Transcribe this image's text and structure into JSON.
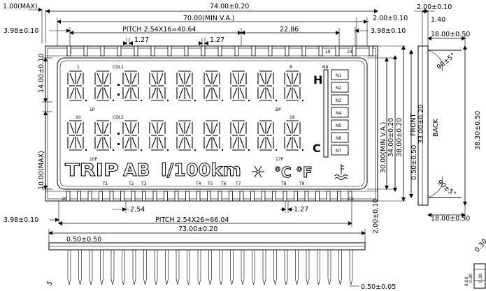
{
  "dims": {
    "top_1": "1.00(MAX)",
    "top_74": "74.00±0.20",
    "top_70": "70.00(MIN V.A.)",
    "top_398_left": "3.98±0.10",
    "top_pitch": "PITCH 2.54X16=40.64",
    "top_127": "1.27",
    "top_127b": "1.27",
    "top_2286": "22.86",
    "top_200": "2.00±0.10",
    "top_398_right": "3.98±0.10",
    "left_14": "14.00±0.10",
    "left_10": "10.00(MAX)",
    "right_30": "30.00(MIN V.A.)",
    "right_34": "34.00±0.20",
    "right_38": "38.00±0.20",
    "bottom_254": "2.54",
    "bottom_127": "1.27",
    "bottom_398": "3.98±0.10",
    "bottom_pitch": "PITCH 2.54X26=66.04",
    "bottom_73": "73.00±0.20",
    "bottom_050": "0.50±0.50",
    "bottom_200v": "2.00±0.10",
    "bottom_050r": "0.50±0.05",
    "bottom_5": "5",
    "side_200": "2.00±0.10",
    "side_140": "1.40",
    "side_1800top": "18.00±0.50",
    "side_1800bot": "18.00±0.50",
    "side_33": "33.00±0.20",
    "side_383": "38.30±0.50",
    "side_050": "0.50±0.50",
    "side_90a": "90±5°",
    "side_90b": "90±5°",
    "side_front": "FRONT",
    "side_back": "BACK",
    "corner_030": "0.30",
    "corner_800": "8.00",
    "corner_080": "0.80",
    "corner_030b": "0.30"
  },
  "pins": {
    "p1": "1",
    "p18": "18",
    "p19": "19",
    "p20": "20",
    "p46": "46"
  },
  "lcd": {
    "d1": "1",
    "d8": "8",
    "d10": "10",
    "d18": "18",
    "col1": "COL1",
    "col2": "COL2",
    "p1": "1P",
    "bp": "BP",
    "p10": "10P",
    "p17": "17P",
    "n8": "N8",
    "h": "H",
    "c": "C",
    "n_labels": [
      "N1",
      "N2",
      "N3",
      "N4",
      "N5",
      "N6",
      "N7"
    ],
    "trip": "TRIP",
    "ab": "AB",
    "l100km": "l/100km",
    "l": "l",
    "deg_c": "°C",
    "deg_f": "°F",
    "t1": "T1",
    "t2": "T2",
    "t3": "T3",
    "t4": "T4",
    "t5": "T5",
    "t6": "T6",
    "t7": "T7",
    "t8": "T8",
    "t9": "T9"
  }
}
